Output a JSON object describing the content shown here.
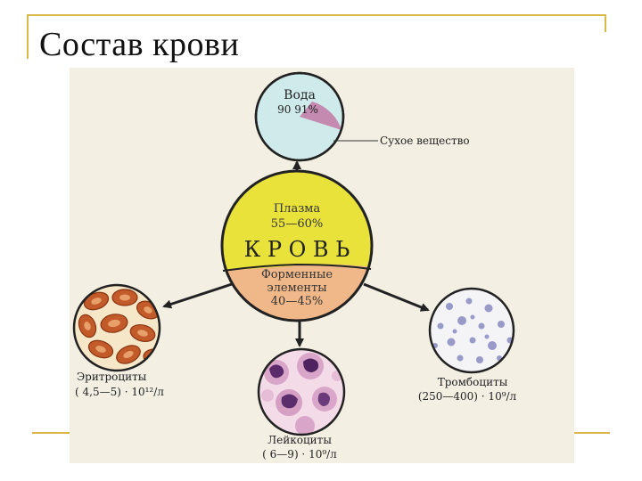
{
  "slide": {
    "title": "Состав крови"
  },
  "diagram": {
    "water_label": "Вода",
    "water_percent": "90  91%",
    "dry_matter_label": "Сухое вещество",
    "plasma_label": "Плазма",
    "plasma_percent": "55—60%",
    "blood_label": "К Р О В Ь",
    "formed_label_1": "Форменные",
    "formed_label_2": "элементы",
    "formed_percent": "40—45%",
    "erythrocytes_label": "Эритроциты",
    "erythrocytes_count": "( 4,5—5) · 10¹²/л",
    "leukocytes_label": "Лейкоциты",
    "leukocytes_count": "( 6—9) · 10⁹/л",
    "platelets_label": "Тромбоциты",
    "platelets_count": "(250—400) · 10⁹/л"
  },
  "colors": {
    "accent_line": "#d8b84a",
    "plasma": "#e8e23a",
    "formed": "#f0b889",
    "water": "#cfeaea",
    "dry": "#c58ab0"
  }
}
